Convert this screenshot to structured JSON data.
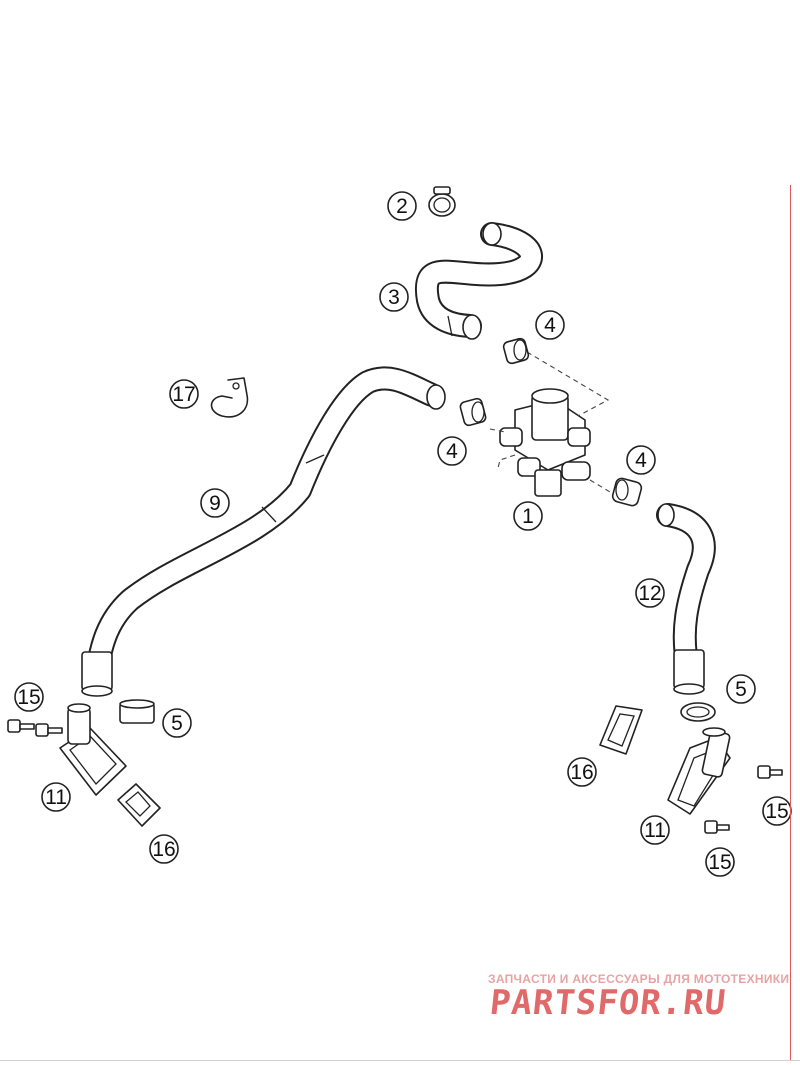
{
  "diagram": {
    "callouts": [
      {
        "id": "part-1-label",
        "text": "1"
      },
      {
        "id": "part-2-label",
        "text": "2"
      },
      {
        "id": "part-3-label",
        "text": "3"
      },
      {
        "id": "part-4-label-a",
        "text": "4"
      },
      {
        "id": "part-4-label-b",
        "text": "4"
      },
      {
        "id": "part-4-label-c",
        "text": "4"
      },
      {
        "id": "part-5-label-a",
        "text": "5"
      },
      {
        "id": "part-5-label-b",
        "text": "5"
      },
      {
        "id": "part-9-label",
        "text": "9"
      },
      {
        "id": "part-11-label-a",
        "text": "11"
      },
      {
        "id": "part-11-label-b",
        "text": "11"
      },
      {
        "id": "part-12-label",
        "text": "12"
      },
      {
        "id": "part-15-label-a",
        "text": "15"
      },
      {
        "id": "part-15-label-b",
        "text": "15"
      },
      {
        "id": "part-15-label-c",
        "text": "15"
      },
      {
        "id": "part-16-label-a",
        "text": "16"
      },
      {
        "id": "part-16-label-b",
        "text": "16"
      },
      {
        "id": "part-17-label",
        "text": "17"
      }
    ]
  },
  "watermark": {
    "tagline": "ЗАПЧАСТИ И АКСЕССУАРЫ ДЛЯ МОТОТЕХНИКИ",
    "brand": "PARTSFOR.RU"
  },
  "colors": {
    "line": "#222222",
    "watermark_brand": "#e06a6a",
    "watermark_tagline": "#e8a3a3",
    "edge_line": "#e05a5a"
  }
}
